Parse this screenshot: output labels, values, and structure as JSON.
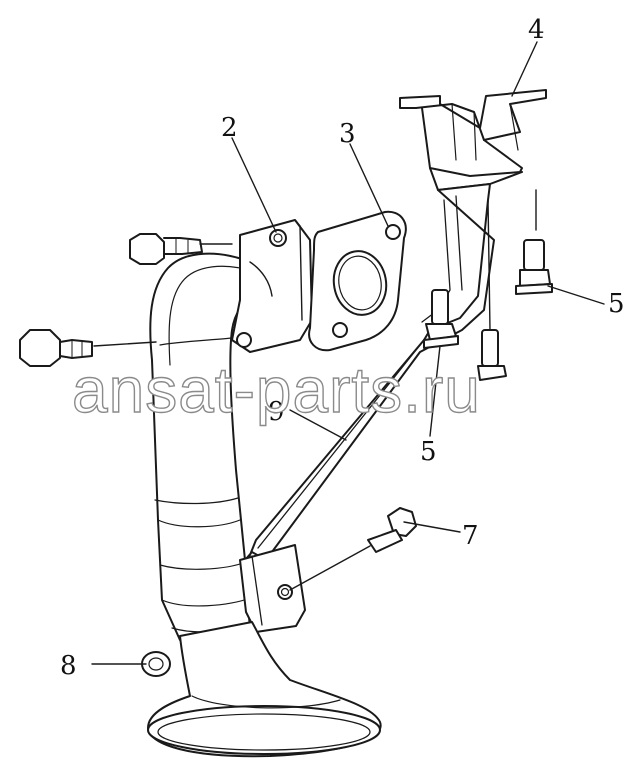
{
  "diagram": {
    "callouts": [
      {
        "id": "callout-1",
        "label": "2"
      },
      {
        "id": "callout-2",
        "label": "3"
      },
      {
        "id": "callout-3",
        "label": "4"
      },
      {
        "id": "callout-4",
        "label": "5"
      },
      {
        "id": "callout-5",
        "label": "5"
      },
      {
        "id": "callout-6",
        "label": "9"
      },
      {
        "id": "callout-7",
        "label": "7"
      },
      {
        "id": "callout-8",
        "label": "8"
      }
    ],
    "watermark": "ansat-parts.ru"
  }
}
